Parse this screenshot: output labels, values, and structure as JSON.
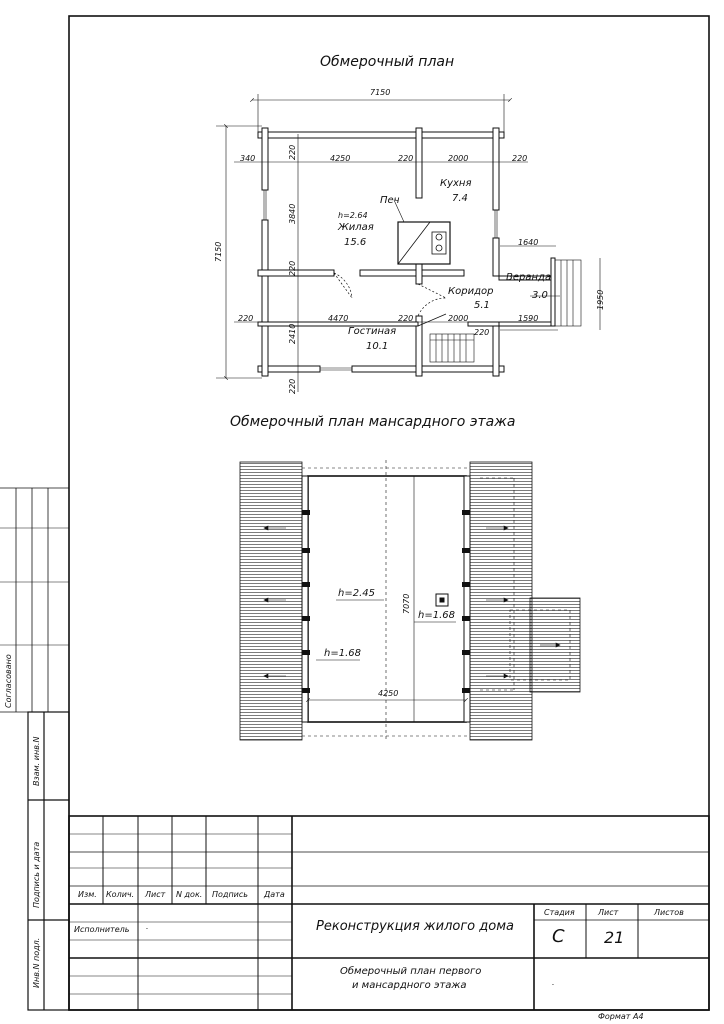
{
  "sheet": {
    "plan1_title": "Обмерочный план",
    "plan2_title": "Обмерочный план мансардного этажа",
    "format": "Формат А4"
  },
  "plan1": {
    "rooms": {
      "pech": "Печ",
      "kitchen": "Кухня",
      "kitchen_area": "7.4",
      "living_h": "h=2.64",
      "living": "Жилая",
      "living_area": "15.6",
      "corridor": "Коридор",
      "corridor_area": "5.1",
      "veranda": "Веранда",
      "veranda_area": "3.0",
      "guest": "Гостиная",
      "guest_area": "10.1"
    },
    "dims": {
      "top_total": "7150",
      "left_total": "7150",
      "d340": "340",
      "d4250": "4250",
      "d220_a": "220",
      "d2000_a": "2000",
      "d220_b": "220",
      "d220_v1": "220",
      "d3840": "3840",
      "d220_v2": "220",
      "d1640": "1640",
      "d1950": "1950",
      "d220_l": "220",
      "d4470": "4470",
      "d220_c": "220",
      "d2000_b": "2000",
      "d1590": "1590",
      "d2410": "2410",
      "d220_d": "220",
      "d220_bottom": "220"
    }
  },
  "plan2": {
    "h_center": "h=2.45",
    "h_left": "h=1.68",
    "h_right": "h=1.68",
    "d7070": "7070",
    "d4250": "4250"
  },
  "stamp": {
    "left_side": [
      "Согласовано",
      "Взам. инв.N",
      "Подпись и дата",
      "Инв.N подл."
    ],
    "header": [
      "Изм.",
      "Колич.",
      "Лист",
      "N док.",
      "Подпись",
      "Дата"
    ],
    "executor": "Исполнитель",
    "executor_mark": ".",
    "project": "Реконструкция жилого дома",
    "sheet_title_1": "Обмерочный план первого",
    "sheet_title_2": "и мансардного этажа",
    "col_stage": "Стадия",
    "col_sheet": "Лист",
    "col_sheets": "Листов",
    "stage": "С",
    "sheet_no": "21",
    "dot": "."
  }
}
